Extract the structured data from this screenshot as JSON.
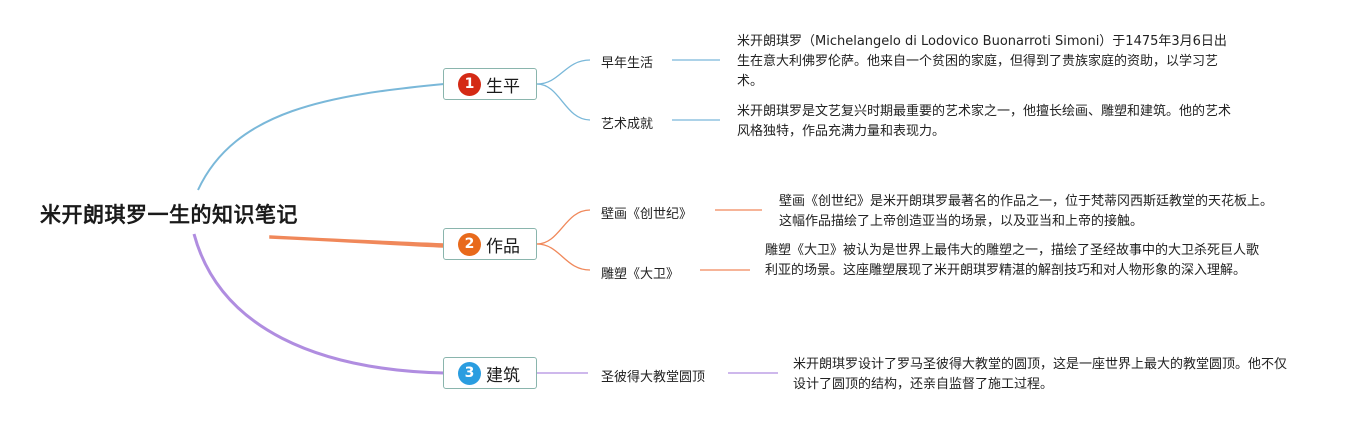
{
  "title": "米开朗琪罗一生的知识笔记",
  "colors": {
    "branch1": "#7ab8d9",
    "branch2": "#f0885a",
    "branch3": "#b08de0",
    "badge1": "#d42a15",
    "badge2": "#e86a1c",
    "badge3": "#2a9de0"
  },
  "branches": [
    {
      "number": "1",
      "label": "生平",
      "children": [
        {
          "label": "早年生活",
          "note": "米开朗琪罗（Michelangelo di Lodovico Buonarroti Simoni）于1475年3月6日出生在意大利佛罗伦萨。他来自一个贫困的家庭，但得到了贵族家庭的资助，以学习艺术。"
        },
        {
          "label": "艺术成就",
          "note": "米开朗琪罗是文艺复兴时期最重要的艺术家之一，他擅长绘画、雕塑和建筑。他的艺术风格独特，作品充满力量和表现力。"
        }
      ]
    },
    {
      "number": "2",
      "label": "作品",
      "children": [
        {
          "label": "壁画《创世纪》",
          "note": "壁画《创世纪》是米开朗琪罗最著名的作品之一，位于梵蒂冈西斯廷教堂的天花板上。这幅作品描绘了上帝创造亚当的场景，以及亚当和上帝的接触。"
        },
        {
          "label": "雕塑《大卫》",
          "note": "雕塑《大卫》被认为是世界上最伟大的雕塑之一，描绘了圣经故事中的大卫杀死巨人歌利亚的场景。这座雕塑展现了米开朗琪罗精湛的解剖技巧和对人物形象的深入理解。"
        }
      ]
    },
    {
      "number": "3",
      "label": "建筑",
      "children": [
        {
          "label": "圣彼得大教堂圆顶",
          "note": "米开朗琪罗设计了罗马圣彼得大教堂的圆顶，这是一座世界上最大的教堂圆顶。他不仅设计了圆顶的结构，还亲自监督了施工过程。"
        }
      ]
    }
  ]
}
